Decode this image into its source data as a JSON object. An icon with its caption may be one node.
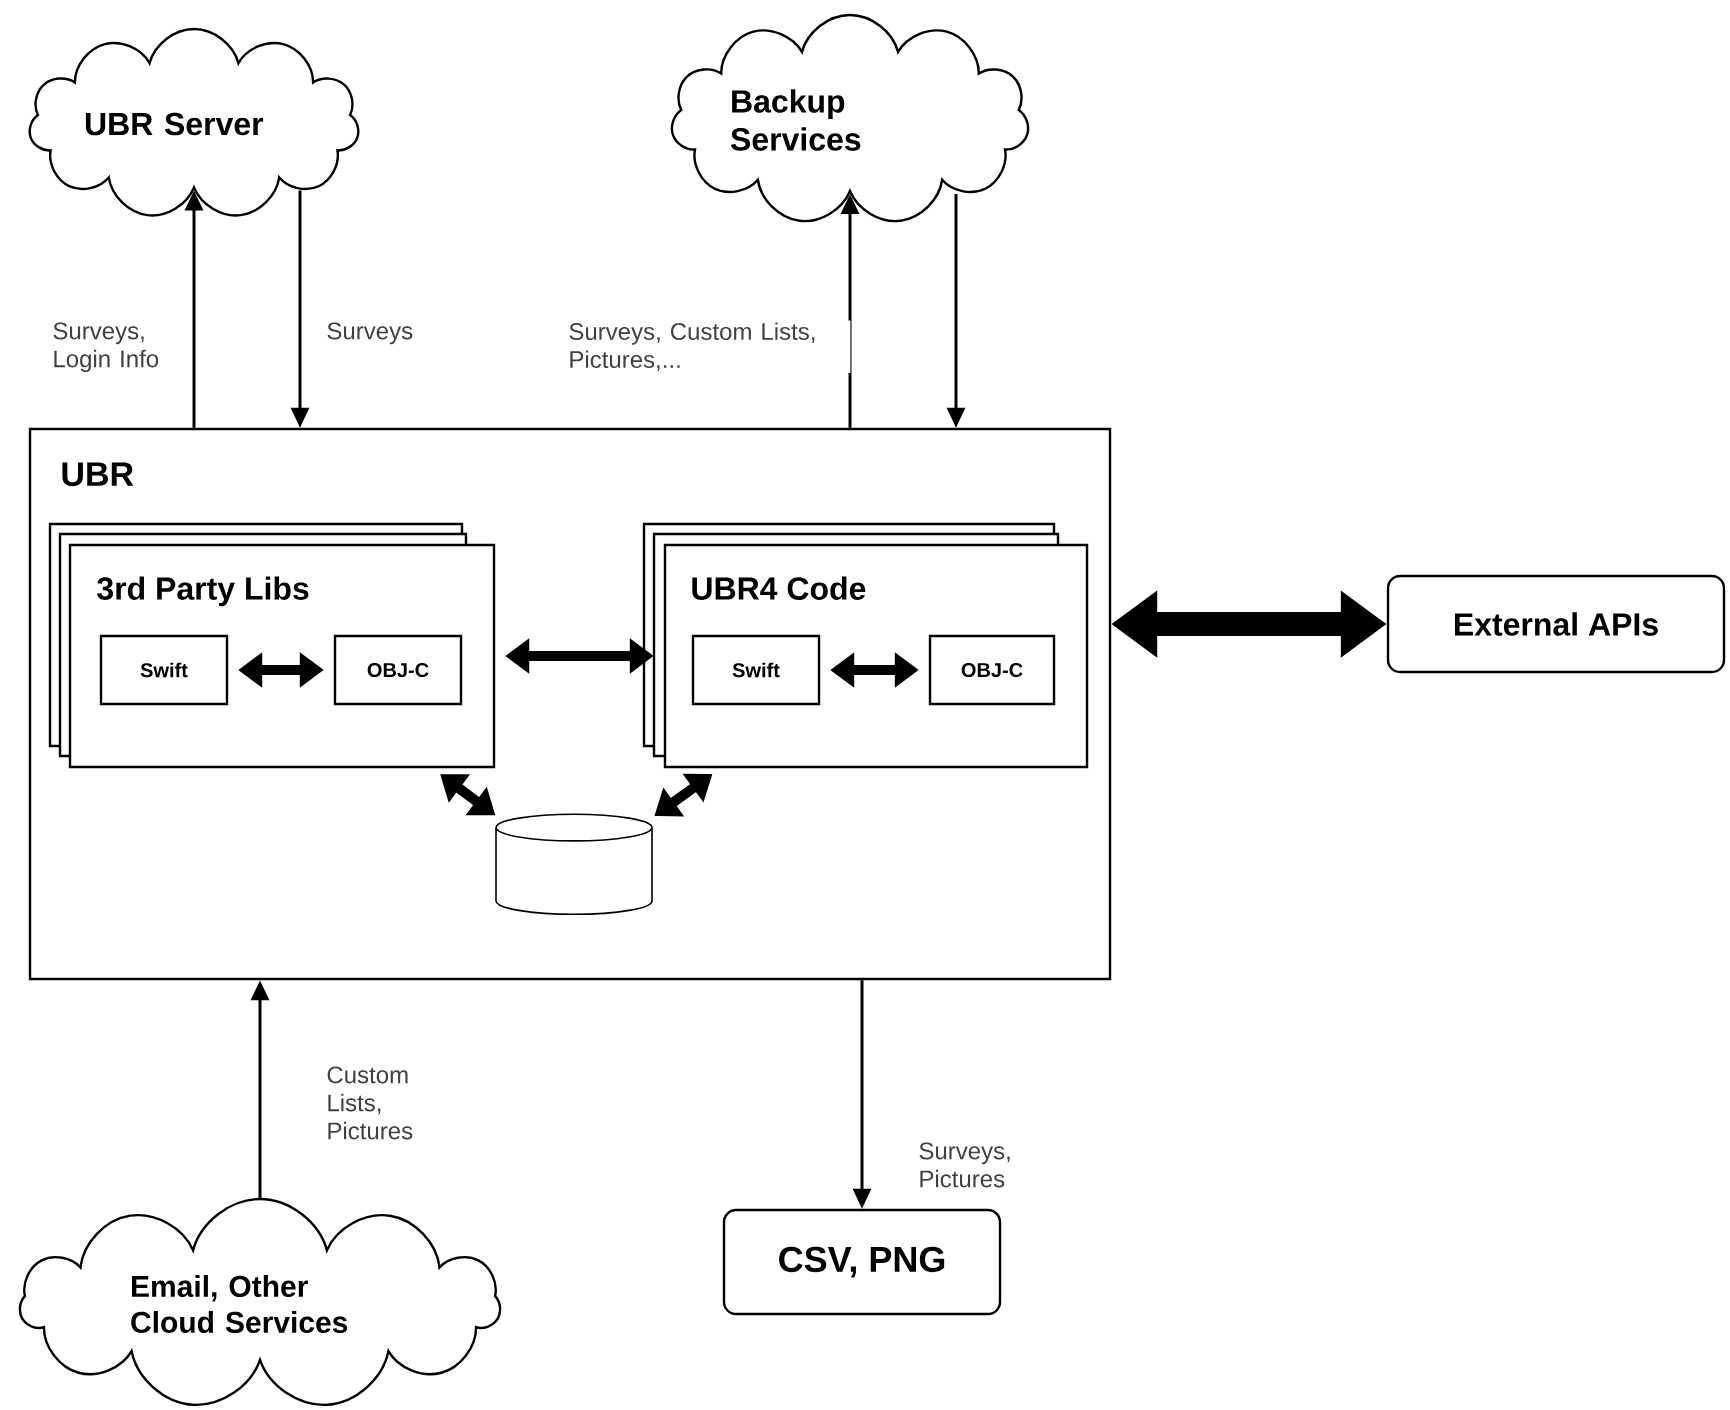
{
  "diagram": {
    "nodes": [
      {
        "text": [
          "UBR Server"
        ]
      },
      {
        "text": [
          "Backup Services"
        ]
      },
      {
        "text": [
          "UBR"
        ]
      },
      {
        "text": [
          "3rd Party Libs"
        ],
        "in": 2
      },
      {
        "text": [
          "Swift"
        ],
        "in": 3
      },
      {
        "text": [
          "OBJ-C"
        ],
        "in": 3
      },
      {
        "text": [
          "UBR4 Code"
        ],
        "in": 2
      },
      {
        "text": [
          "Swift"
        ],
        "in": 6
      },
      {
        "text": [
          "OBJ-C"
        ],
        "in": 6
      },
      {
        "text": [],
        "shape": "cylinder",
        "in": 2
      },
      {
        "text": [
          "External APIs"
        ]
      },
      {
        "text": [
          "Email, Other Cloud Services"
        ]
      },
      {
        "text": [
          "CSV, PNG"
        ]
      }
    ],
    "edges": [
      {
        "from": 2,
        "to": 0,
        "arrow": "to",
        "label": "Surveys, Login Info"
      },
      {
        "from": 0,
        "to": 2,
        "arrow": "to",
        "label": "Surveys"
      },
      {
        "from": 2,
        "to": 1,
        "arrow": "to",
        "label": "Surveys, Custom Lists, Pictures,..."
      },
      {
        "from": 1,
        "to": 2,
        "arrow": "to"
      },
      {
        "from": 4,
        "to": 5,
        "arrow": "both",
        "style": "thick"
      },
      {
        "from": 3,
        "to": 6,
        "arrow": "both",
        "style": "thick"
      },
      {
        "from": 7,
        "to": 8,
        "arrow": "both",
        "style": "thick"
      },
      {
        "from": 3,
        "to": 9,
        "arrow": "both",
        "style": "thick"
      },
      {
        "from": 6,
        "to": 9,
        "arrow": "both",
        "style": "thick"
      },
      {
        "from": 2,
        "to": 10,
        "arrow": "both",
        "style": "thick"
      },
      {
        "from": 11,
        "to": 2,
        "arrow": "to",
        "label": "Custom Lists, Pictures"
      },
      {
        "from": 2,
        "to": 12,
        "arrow": "to",
        "label": "Surveys, Pictures"
      }
    ]
  }
}
